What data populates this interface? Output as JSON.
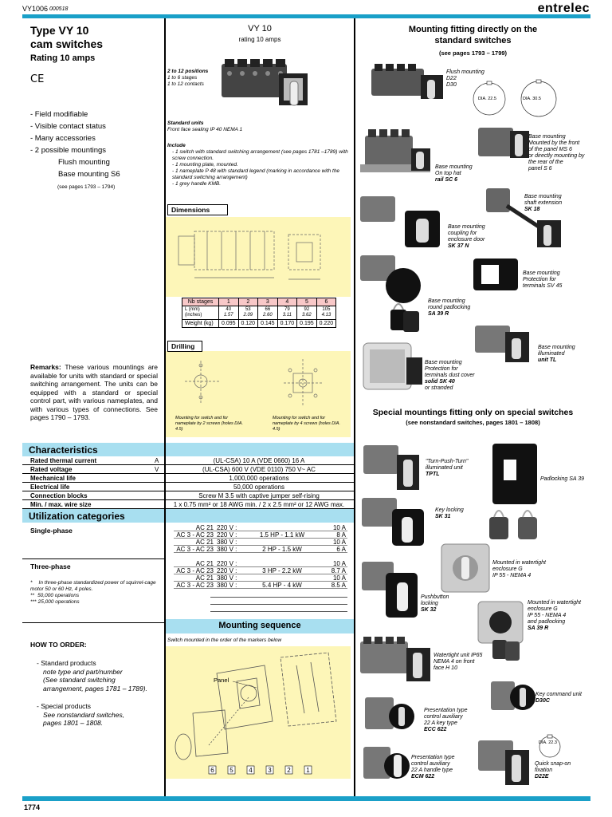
{
  "header": {
    "ref": "VY1006",
    "code": "000518",
    "brand": "entrelec"
  },
  "footer": {
    "page": "1774"
  },
  "left": {
    "title1": "Type VY 10",
    "title2": "cam switches",
    "rating": "Rating 10 amps",
    "ce": "CE",
    "features": [
      "- Field modifiable",
      "- Visible contact status",
      "- Many accessories",
      "- 2 possible mountings"
    ],
    "mount1": "Flush mounting",
    "mount2": "Base mounting S6",
    "pages_note": "(see pages 1793 – 1794)",
    "remarks_label": "Remarks:",
    "remarks_text": "These various mountings are available for units with standard or special switching arrangement. The units can be equipped with a standard or special control part, with various nameplates, and with various types of connections. See pages 1790 – 1793.",
    "footnote1": "In three-phase standardized power of squirrel-cage motor 50 or 60 Hz, 4 poles.",
    "footnote2": "50,000 operations",
    "footnote3": "25,000 operations",
    "order_title": "HOW TO ORDER:",
    "order1": "- Standard products",
    "order1a": "note type and part/number",
    "order1b": "(See standard switching arrangement, pages 1781 – 1789).",
    "order2": "- Special products",
    "order2a": "See nonstandard switches,",
    "order2b": "pages 1801 – 1808."
  },
  "middle": {
    "title": "VY 10",
    "subtitle": "rating 10 amps",
    "pos1": "2 to 12 positions",
    "pos2": "1 to 6 stages",
    "pos3": "1 to 12 contacts",
    "std_units": "Standard units",
    "front_face": "Front face sealing IP 40 NEMA 1",
    "include": "Include",
    "inc1": "- 1 switch with standard switching arrangement (see pages 1781 –1789) with screw connection.",
    "inc2": "- 1 mounting plate, mounted.",
    "inc3": "- 1 nameplate P 48 with standard legend (marking in accordance with the standard switching arrangement)",
    "inc4": "- 1 grey handle KMB.",
    "dimensions": "Dimensions",
    "drilling": "Drilling",
    "drill1": "Mounting for switch and for nameplate by 2 screws (holes DIA. 4.5)",
    "drill2": "Mounting for switch and for nameplate by 4 screws (holes DIA. 4.5)",
    "dim_table": {
      "header": [
        "Nb stages",
        "1",
        "2",
        "3",
        "4",
        "5",
        "6"
      ],
      "row_l_label": "L",
      "row_l_units": "(mm) (inches)",
      "row_l_mm": [
        "40",
        "53",
        "66",
        "79",
        "92",
        "105"
      ],
      "row_l_in": [
        "1.57",
        "2.09",
        "2.60",
        "3.11",
        "3.62",
        "4.13"
      ],
      "row_w_label": "Weight (kg)",
      "row_w": [
        "0.095",
        "0.120",
        "0.145",
        "0.170",
        "0.195",
        "0.220"
      ]
    },
    "mount_seq": "Mounting sequence",
    "mount_seq_note": "Switch mounted in the order of the markers below",
    "panel": "Panel",
    "markers": [
      "6",
      "5",
      "4",
      "3",
      "2",
      "1"
    ]
  },
  "characteristics": {
    "title": "Characteristics",
    "rows": [
      {
        "label": "Rated thermal current",
        "unit": "A",
        "value": "(UL-CSA) 10 A   (VDE 0660) 16 A"
      },
      {
        "label": "Rated voltage",
        "unit": "V",
        "value": "(UL-CSA) 600 V   (VDE 0110) 750 V~ AC"
      },
      {
        "label": "Mechanical life",
        "unit": "",
        "value": "1,000,000 operations"
      },
      {
        "label": "Electrical life",
        "unit": "",
        "value": "50,000 operations"
      },
      {
        "label": "Connection blocks",
        "unit": "",
        "value": "Screw M 3.5 with captive jumper self-rising"
      },
      {
        "label": "Min. / max. wire size",
        "unit": "",
        "value": "1 x 0.75 mm² or 18 AWG min.  /  2 x 2.5 mm² or 12 AWG max."
      }
    ]
  },
  "utilization": {
    "title": "Utilization categories",
    "single": "Single-phase",
    "three": "Three-phase",
    "single_rows": [
      [
        "AC 21",
        "220 V :",
        "",
        "10 A"
      ],
      [
        "AC 3 - AC 23",
        "220 V :",
        "1.5 HP - 1.1 kW",
        "8 A"
      ],
      [
        "AC 21",
        "380 V :",
        "",
        "10 A"
      ],
      [
        "AC 3 - AC 23",
        "380 V :",
        "2 HP - 1.5 kW",
        "6 A"
      ]
    ],
    "three_rows": [
      [
        "AC 21",
        "220 V :",
        "",
        "10 A"
      ],
      [
        "AC 3 - AC 23",
        "220 V :",
        "3 HP - 2.2 kW",
        "8.7 A"
      ],
      [
        "AC 21",
        "380 V :",
        "",
        "10 A"
      ],
      [
        "AC 3 - AC 23",
        "380 V :",
        "5.4 HP -   4 kW",
        "8.5 A"
      ]
    ]
  },
  "right": {
    "title1": "Mounting fitting directly on the",
    "title2": "standard switches",
    "pages": "(see pages 1793 – 1799)",
    "flush": "Flush mounting",
    "flush2": "D22",
    "flush3": "D30",
    "dia1": "DIA. 22.5",
    "dia2": "DIA. 30.5",
    "bm1": [
      "Base mounting",
      "On top hat",
      "rail SC 6"
    ],
    "bm2": [
      "Base mounting",
      "Mounted by the front",
      "of the panel MS 6",
      "or directly mounting by",
      "the rear of the",
      "panel S 6"
    ],
    "bm3": [
      "Base mounting",
      "shaft extension",
      "SK 18"
    ],
    "bm4": [
      "Base mounting",
      "coupling for",
      "enclosure door",
      "SK 37 N"
    ],
    "bm5": [
      "Base mounting",
      "Protection for",
      "terminals SV 45"
    ],
    "bm6": [
      "Base mounting",
      "round padlocking",
      "SA 39 R"
    ],
    "bm7": [
      "Base mounting",
      "illuminated",
      "unit TL"
    ],
    "bm8": [
      "Base mounting",
      "Protection for",
      "terminals dust cover",
      "solid SK 40",
      "or stranded"
    ],
    "special_title": "Special mountings fitting only on special switches",
    "special_pages": "(see nonstandard switches, pages 1801 – 1808)",
    "sp1": [
      "\"Turn-Push-Turn\"",
      "illuminated unit",
      "TPTL"
    ],
    "sp2": [
      "Padlocking SA 39"
    ],
    "sp3": [
      "Key locking",
      "SK 31"
    ],
    "sp4": [
      "Mounted in watertight",
      "enclosure G",
      "IP 55 - NEMA 4"
    ],
    "sp5": [
      "Pushbutton",
      "locking",
      "SK 32"
    ],
    "sp6": [
      "Mounted in watertight",
      "enclosure G",
      "IP 55 - NEMA 4",
      "and padlocking",
      "SA 39 R"
    ],
    "sp7": [
      "Watertight unit IP65",
      "NEMA 4 on front",
      "face H 10"
    ],
    "sp8": [
      "Key command unit",
      "D30C"
    ],
    "sp9": [
      "Presentation type",
      "control auxiliary",
      "22 A key type",
      "ECC 622"
    ],
    "sp10": [
      "Presentation type",
      "control auxiliary",
      "22 A handle type",
      "ECM 622"
    ],
    "sp11": [
      "Quick snap-on",
      "fixation",
      "D22E"
    ],
    "dia3": "DIA. 22.3"
  },
  "colors": {
    "accent": "#1aa0c8",
    "section": "#a8dff0",
    "yellow": "#fdf6b8",
    "pink": "#f8c8c8"
  }
}
